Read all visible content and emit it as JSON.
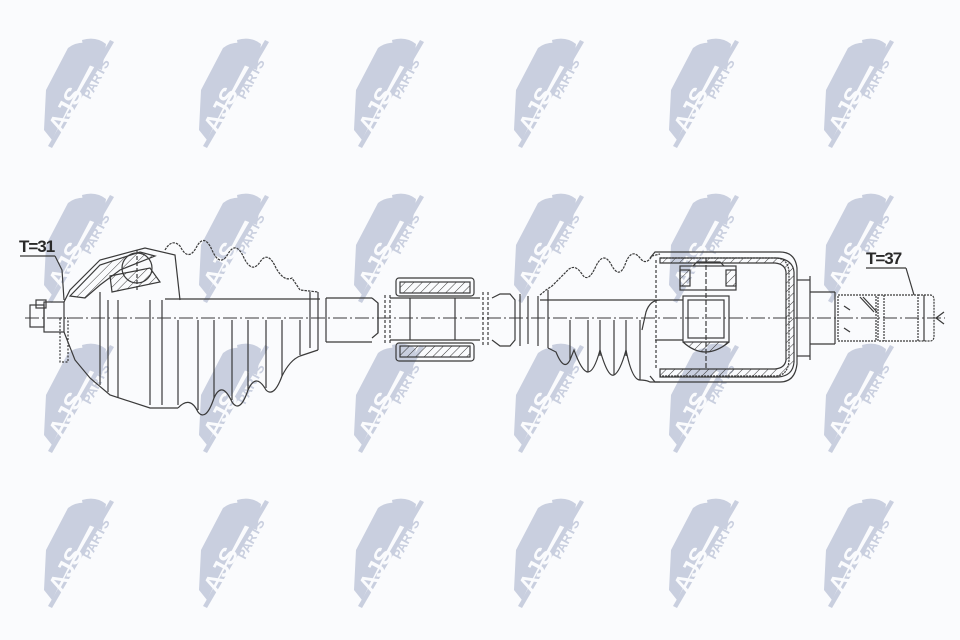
{
  "watermark": {
    "brand_main": "AJS",
    "brand_sub": "PARTS",
    "color": "#c9cfdf",
    "text_color": "#fafbfd",
    "columns_x": [
      40,
      195,
      350,
      510,
      665,
      820
    ],
    "rows_y": [
      30,
      185,
      335,
      490
    ]
  },
  "drawing": {
    "subject": "drive-shaft",
    "line_color": "#3a3a3a",
    "background": "#fafbfd",
    "left_joint": {
      "label": "T=31",
      "type": "outer CV joint"
    },
    "right_joint": {
      "label": "T=37",
      "type": "inner tripod joint"
    },
    "center_bearing": "intermediate support bearing"
  }
}
